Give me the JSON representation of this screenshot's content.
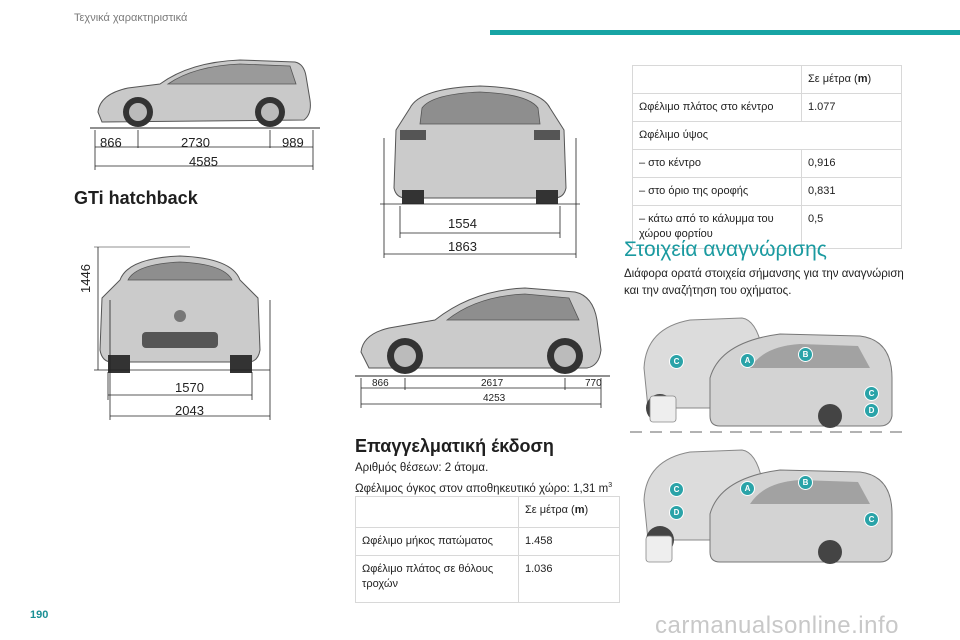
{
  "header": {
    "section": "Τεχνικά χαρακτηριστικά",
    "page_number": "190"
  },
  "watermark": "carmanualsonline.info",
  "sw_dims": {
    "front": "866",
    "wheelbase": "2730",
    "rear": "989",
    "total": "4585"
  },
  "gti": {
    "heading": "GTi hatchback",
    "front_height": "1446",
    "front_track": "1570",
    "front_width": "2043",
    "rear_track": "1554",
    "rear_width": "1863",
    "side_front": "866",
    "side_wheelbase": "2617",
    "side_rear": "770",
    "side_total": "4253"
  },
  "professional": {
    "heading": "Επαγγελματική έκδοση",
    "seats_text": "Αριθμός θέσεων: 2 άτομα.",
    "volume_text": "Ωφέλιμος όγκος στον αποθηκευτικό χώρο: 1,31 m",
    "volume_sup": "3",
    "table": {
      "header_text": "Σε μέτρα (",
      "header_unit": "m",
      "header_close": ")",
      "rows": [
        {
          "label": "Ωφέλιμο μήκος πατώματος",
          "value": "1.458"
        },
        {
          "label": "Ωφέλιμο πλάτος σε θόλους τροχών",
          "value": "1.036"
        }
      ]
    }
  },
  "right_table": {
    "header_text": "Σε μέτρα (",
    "header_unit": "m",
    "header_close": ")",
    "rows": [
      {
        "label": "Ωφέλιμο πλάτος στο κέντρο",
        "value": "1.077"
      },
      {
        "label": "Ωφέλιμο ύψος",
        "value": ""
      },
      {
        "label": "–  στο κέντρο",
        "value": "0,916"
      },
      {
        "label": "–  στο όριο της οροφής",
        "value": "0,831"
      },
      {
        "label": "–  κάτω από το κάλυμμα του χώρου φορτίου",
        "value": "0,5"
      }
    ]
  },
  "identification": {
    "heading": "Στοιχεία αναγνώρισης",
    "text": "Διάφορα ορατά στοιχεία σήμανσης για την αναγνώριση και την αναζήτηση του οχήματος.",
    "markers_top": [
      "C",
      "A",
      "B",
      "C",
      "D"
    ],
    "markers_bottom": [
      "C",
      "D",
      "A",
      "B",
      "C"
    ]
  },
  "colors": {
    "accent": "#17a4a4",
    "marker": "#2aa3a8"
  }
}
